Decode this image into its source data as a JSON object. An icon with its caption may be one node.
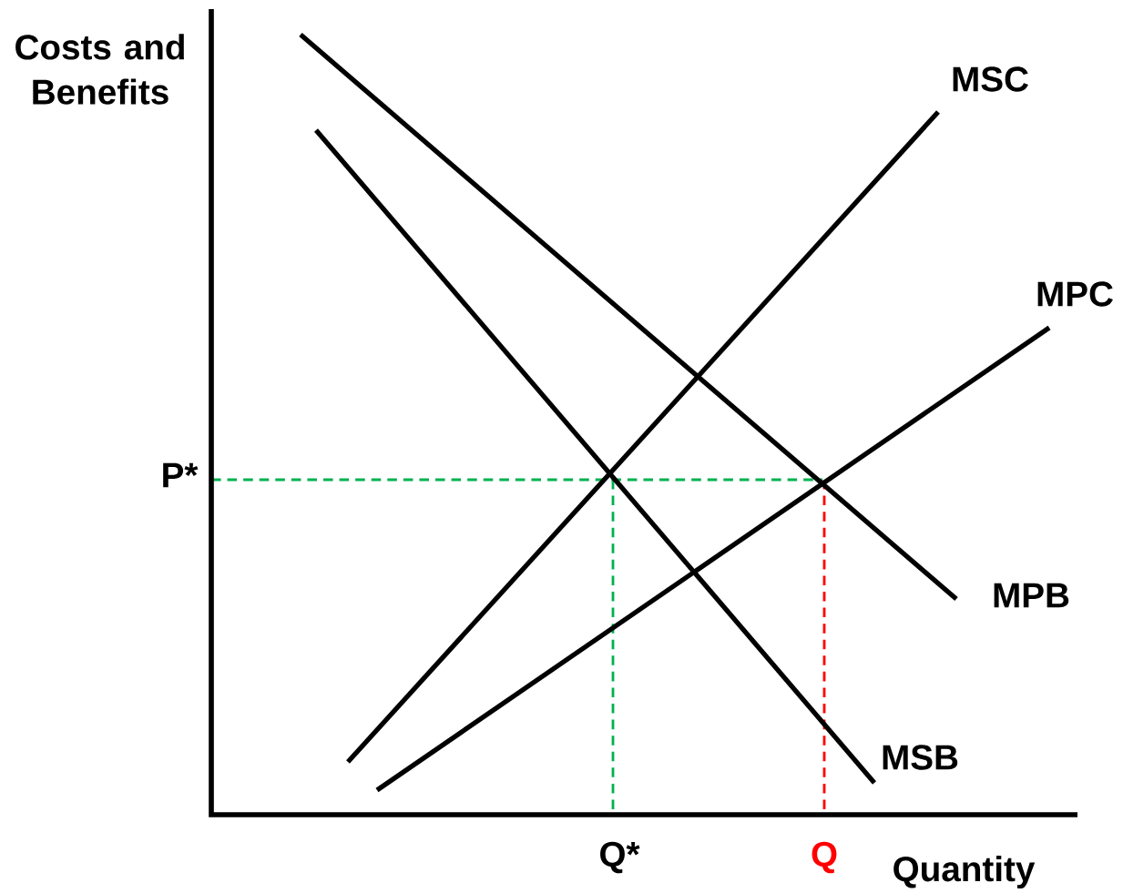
{
  "diagram": {
    "labels": [
      "Costs and Benefits",
      "MSC",
      "MPC",
      "P*",
      "MPB",
      "MSB",
      "Q*",
      "Q",
      "Quantity"
    ]
  }
}
